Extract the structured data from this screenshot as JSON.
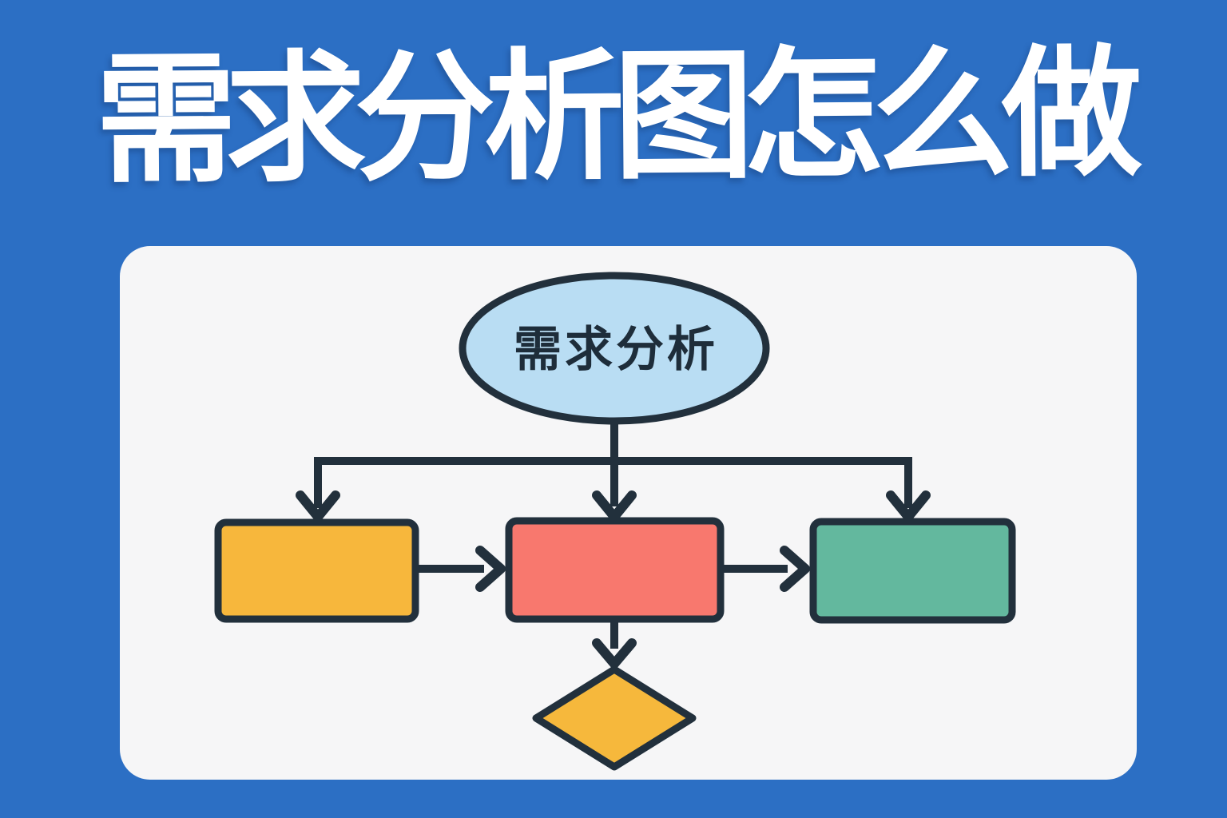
{
  "title": "需求分析图怎么做",
  "theme": {
    "background": "#2c6fc4",
    "card": "#f6f6f7",
    "line": "#22303c",
    "title_color": "#ffffff"
  },
  "flowchart": {
    "root": {
      "id": "root",
      "label": "需求分析",
      "shape": "ellipse",
      "fill": "#b9ddf3",
      "text_color": "#1e2d3a"
    },
    "boxes": [
      {
        "id": "left-process",
        "label": "",
        "shape": "rectangle",
        "fill": "#f7b73c"
      },
      {
        "id": "center-process",
        "label": "",
        "shape": "rectangle",
        "fill": "#f8786e"
      },
      {
        "id": "right-process",
        "label": "",
        "shape": "rectangle",
        "fill": "#63b89e"
      }
    ],
    "decision": {
      "id": "decision",
      "label": "",
      "shape": "diamond",
      "fill": "#f6b83c"
    },
    "edges": [
      {
        "from": "root",
        "to": "left-process"
      },
      {
        "from": "root",
        "to": "center-process"
      },
      {
        "from": "root",
        "to": "right-process"
      },
      {
        "from": "left-process",
        "to": "center-process"
      },
      {
        "from": "center-process",
        "to": "right-process"
      },
      {
        "from": "center-process",
        "to": "decision"
      }
    ]
  }
}
